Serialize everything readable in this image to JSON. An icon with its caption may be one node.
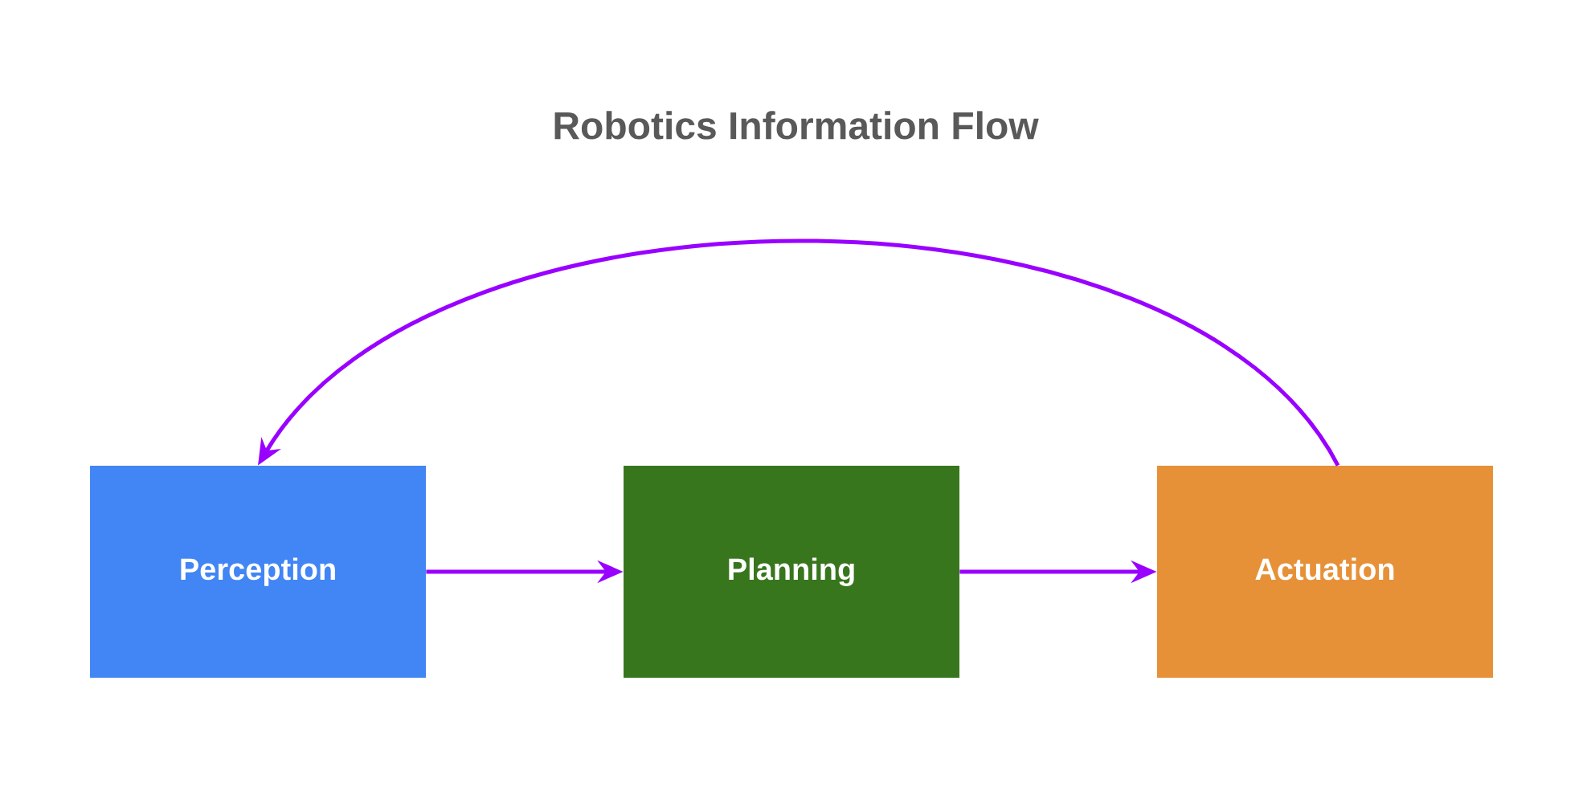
{
  "diagram": {
    "title": "Robotics Information Flow",
    "nodes": [
      {
        "text": [
          "Perception"
        ]
      },
      {
        "text": [
          "Planning"
        ]
      },
      {
        "text": [
          "Actuation"
        ]
      }
    ],
    "edges": [
      {
        "from": 0,
        "to": 1,
        "arrow": "to"
      },
      {
        "from": 1,
        "to": 2,
        "arrow": "to"
      },
      {
        "from": 2,
        "to": 0,
        "arrow": "to"
      }
    ]
  }
}
